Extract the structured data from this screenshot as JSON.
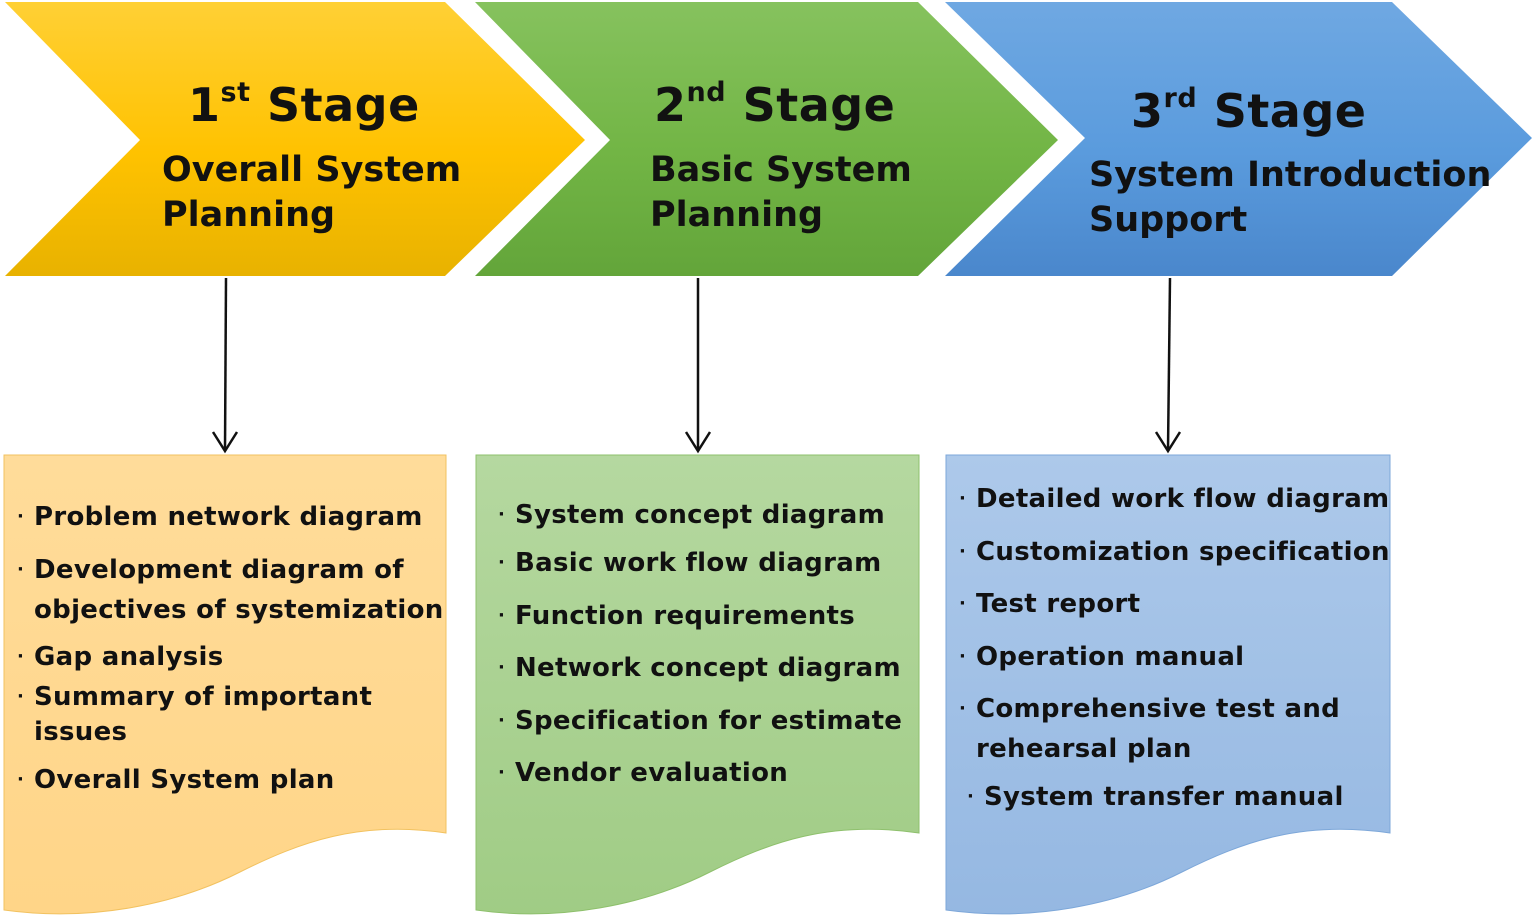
{
  "stages": [
    {
      "number": "1",
      "suffix": "st",
      "word": "Stage",
      "subtitle_line1": "Overall System",
      "subtitle_line2": "Planning",
      "color": "#FFC000",
      "deliverables": [
        "Problem network diagram",
        "Development diagram of",
        "objectives of systemization",
        "Gap analysis",
        "Summary of important",
        "issues",
        "Overall System plan"
      ]
    },
    {
      "number": "2",
      "suffix": "nd",
      "word": "Stage",
      "subtitle_line1": "Basic System",
      "subtitle_line2": "Planning",
      "color": "#70AD47",
      "deliverables": [
        "System concept diagram",
        "Basic work flow diagram",
        "Function requirements",
        "Network concept diagram",
        "Specification for estimate",
        "Vendor evaluation"
      ]
    },
    {
      "number": "3",
      "suffix": "rd",
      "word": "Stage",
      "subtitle_line1": "System Introduction",
      "subtitle_line2": "Support",
      "color": "#5B9BD5",
      "deliverables": [
        "Detailed work flow diagram",
        "Customization specification",
        "Test report",
        "Operation manual",
        "Comprehensive test and",
        "rehearsal plan",
        "System transfer manual"
      ]
    }
  ],
  "bullet_char": "·"
}
